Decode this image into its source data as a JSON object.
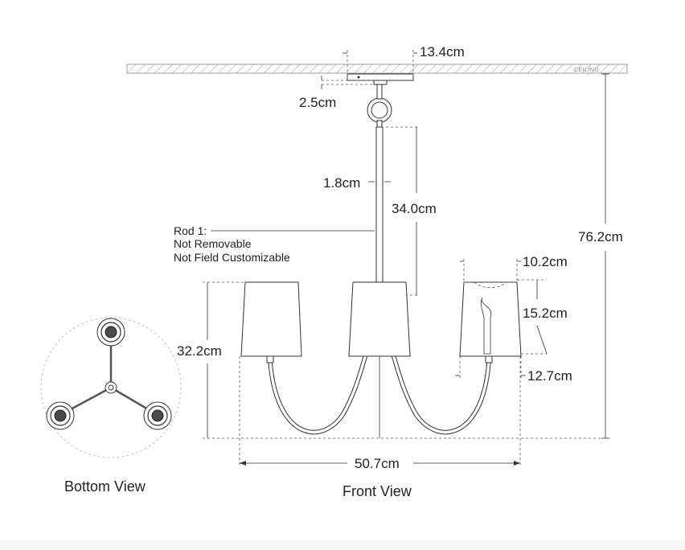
{
  "labels": {
    "ceiling": "CEILING",
    "canopy_width": "13.4cm",
    "canopy_height": "2.5cm",
    "rod_diameter": "1.8cm",
    "rod_length": "34.0cm",
    "overall_height": "76.2cm",
    "shade_top": "10.2cm",
    "shade_height": "15.2cm",
    "shade_bottom": "12.7cm",
    "fixture_height": "32.2cm",
    "overall_width": "50.7cm"
  },
  "rod_note": {
    "line1": "Rod 1:",
    "line2": "Not Removable",
    "line3": "Not Field Customizable"
  },
  "captions": {
    "bottom_view": "Bottom View",
    "front_view": "Front View"
  }
}
